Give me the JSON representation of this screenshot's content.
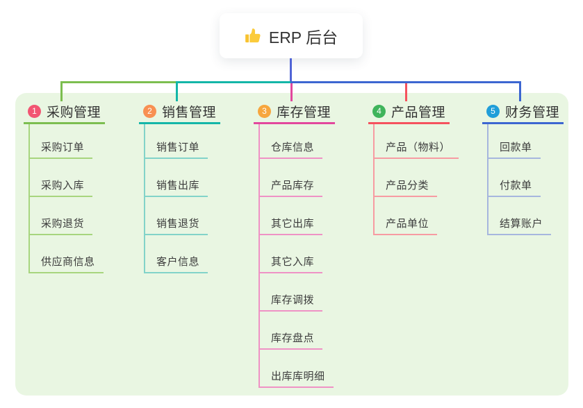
{
  "page": {
    "background_color": "#ffffff",
    "canvas_color": "#E9F6E2"
  },
  "root": {
    "icon": "thumbs-up-icon",
    "icon_color": "#F8C330",
    "label": "ERP 后台"
  },
  "connector": {
    "trunk_color": "#5064D6"
  },
  "branches": [
    {
      "index": "1",
      "label": "采购管理",
      "badge_color": "#F25572",
      "line_color": "#7CBE50",
      "child_line_color": "#A7D57E",
      "children": [
        "采购订单",
        "采购入库",
        "采购退货",
        "供应商信息"
      ]
    },
    {
      "index": "2",
      "label": "销售管理",
      "badge_color": "#F89052",
      "line_color": "#14B6A8",
      "child_line_color": "#82D3C9",
      "children": [
        "销售订单",
        "销售出库",
        "销售退货",
        "客户信息"
      ]
    },
    {
      "index": "3",
      "label": "库存管理",
      "badge_color": "#F7A63E",
      "line_color": "#E2479D",
      "child_line_color": "#EF92C5",
      "children": [
        "仓库信息",
        "产品库存",
        "其它出库",
        "其它入库",
        "库存调拨",
        "库存盘点",
        "出库库明细"
      ]
    },
    {
      "index": "4",
      "label": "产品管理",
      "badge_color": "#3FB45B",
      "line_color": "#F5525E",
      "child_line_color": "#F79BA2",
      "children": [
        "产品（物料）",
        "产品分类",
        "产品单位"
      ]
    },
    {
      "index": "5",
      "label": "财务管理",
      "badge_color": "#209ED9",
      "line_color": "#3C66D1",
      "child_line_color": "#A6B6DE",
      "children": [
        "回款单",
        "付款单",
        "结算账户"
      ]
    }
  ]
}
